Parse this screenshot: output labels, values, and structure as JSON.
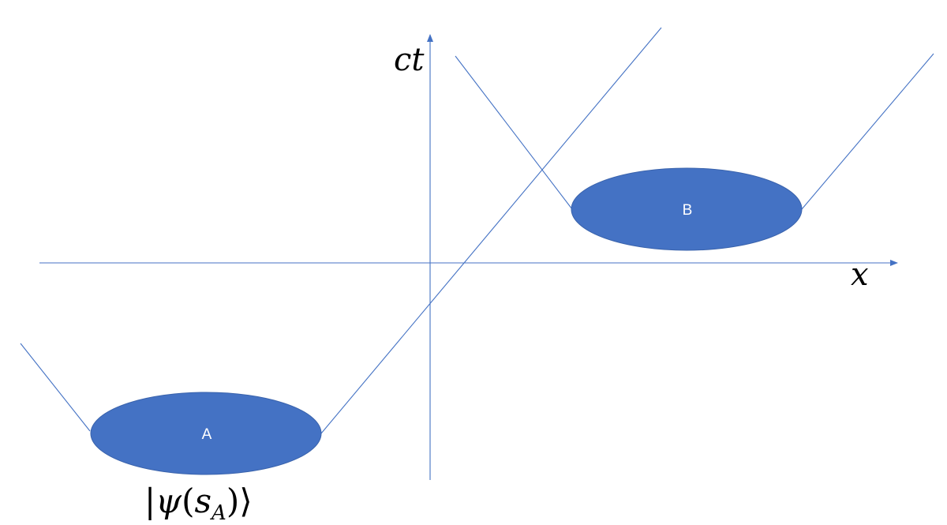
{
  "axes": {
    "vertical_label": "ct",
    "horizontal_label": "x"
  },
  "regions": [
    {
      "id": "A",
      "label": "A"
    },
    {
      "id": "B",
      "label": "B"
    }
  ],
  "state_label": {
    "open": "|",
    "psi": "ψ",
    "lparen": "(",
    "s": "s",
    "subscript": "A",
    "rparen": ")",
    "close": "⟩"
  },
  "colors": {
    "primary": "#4472C4",
    "text": "#000000",
    "region_text": "#FFFFFF"
  }
}
